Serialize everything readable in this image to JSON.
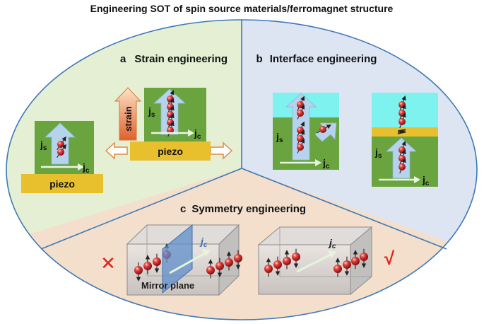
{
  "title": "Engineering SOT of spin source materials/ferromagnet structure",
  "panels": {
    "a": {
      "letter": "a",
      "name": "Strain engineering"
    },
    "b": {
      "letter": "b",
      "name": "Interface engineering"
    },
    "c": {
      "letter": "c",
      "name": "Symmetry engineering"
    }
  },
  "labels": {
    "piezo": "piezo",
    "strain": "strain",
    "js_main": "j",
    "js_sub": "s",
    "jc_main": "j",
    "jc_sub": "c",
    "mirror_plane": "Mirror plane",
    "cross_mark": "✕",
    "check_mark": "√"
  },
  "colors": {
    "panel_a_bg": "#e4efd3",
    "panel_b_bg": "#dde5f2",
    "panel_c_bg": "#f4dfcd",
    "outline": "#3e79b7",
    "film_green": "#6aa43e",
    "piezo_yellow": "#e8bf2d",
    "cap_cyan": "#7df2ee",
    "spin_arrow": "#b6d3ee",
    "ball_red": "#c8202a",
    "mirror_blue": "#5f8ec9",
    "cross_red": "#e0221c"
  }
}
